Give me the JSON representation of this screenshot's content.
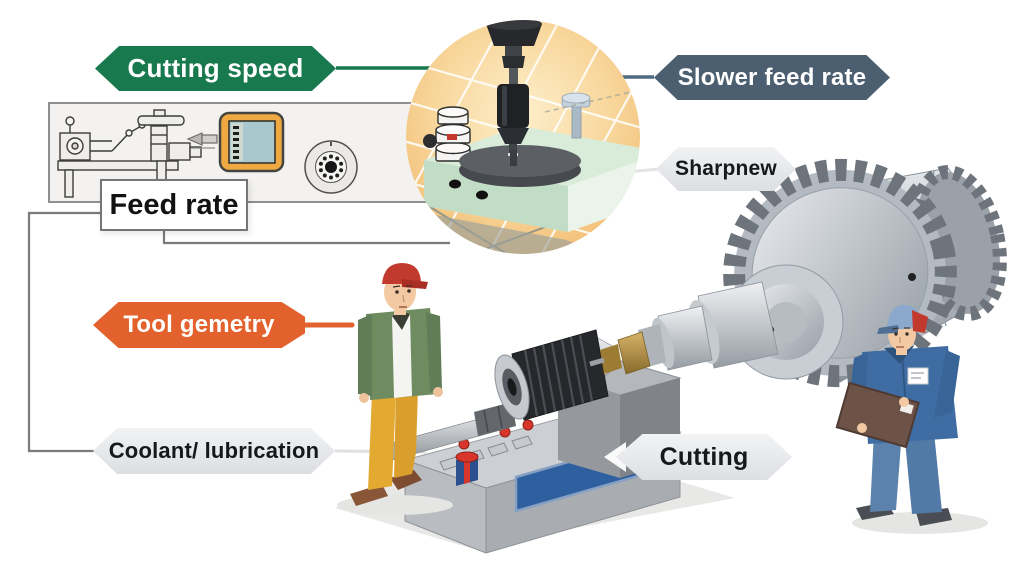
{
  "infographic": {
    "labels": {
      "cutting_speed": "Cutting speed",
      "slower_feed_rate": "Slower feed rate",
      "sharpness": "Sharpnew",
      "feed_rate": "Feed rate",
      "tool_geometry": "Tool gemetry",
      "coolant_lubrication": "Coolant/ lubrication",
      "cutting": "Cutting"
    },
    "colors": {
      "green_banner": "#17794d",
      "slate_banner": "#4b5f71",
      "orange_banner": "#e2612c",
      "gray_banner": "#e9ebee",
      "monitor_orange": "#f0a843",
      "machine_blue_panel": "#2e5f9e",
      "inset_background": "#f3bf77",
      "gear_silver": "#aab1b8",
      "red_accent": "#d8352c"
    },
    "icons": [
      {
        "name": "lathe-sketch-icon"
      },
      {
        "name": "tool-bit-icon"
      },
      {
        "name": "monitor-icon"
      },
      {
        "name": "dial-gauge-icon"
      }
    ]
  }
}
